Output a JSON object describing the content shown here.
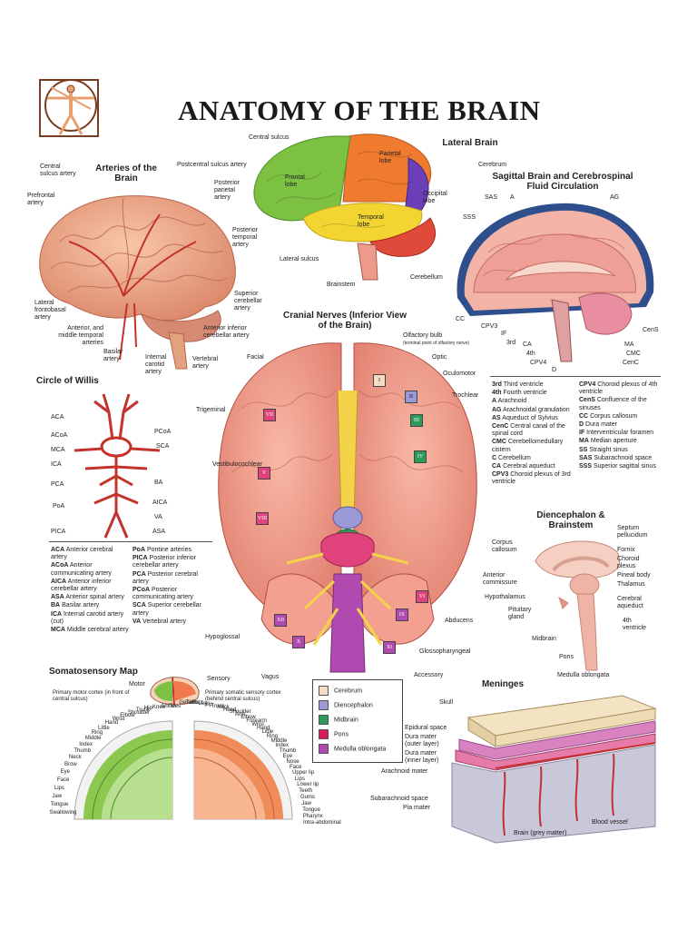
{
  "title": "ANATOMY OF THE BRAIN",
  "arteries": {
    "title": "Arteries of the Brain",
    "labels": [
      "Central sulcus artery",
      "Postcentral sulcus artery",
      "Prefrontal artery",
      "Posterior parietal artery",
      "Posterior temporal artery",
      "Lateral frontobasal artery",
      "Anterior, and middle temporal arteries",
      "Superior cerebellar artery",
      "Anterior inferior cerebellar artery",
      "Basilar artery",
      "Internal carotid artery",
      "Vertebral artery"
    ]
  },
  "lateral": {
    "title": "Lateral Brain",
    "labels": [
      "Central sulcus",
      "Parietal lobe",
      "Cerebrum",
      "Frontal lobe",
      "Occipital lobe",
      "Temporal lobe",
      "Lateral sulcus",
      "Cerebellum",
      "Brainstem"
    ]
  },
  "sagittal": {
    "title": "Sagittal Brain and Cerebrospinal Fluid Circulation",
    "labels": [
      "SAS",
      "A",
      "AG",
      "SSS",
      "CC",
      "CPV3",
      "IF",
      "3rd",
      "CA",
      "4th",
      "CPV4",
      "D",
      "CenS",
      "MA",
      "CMC",
      "CenC"
    ],
    "legend_left": [
      {
        "abbr": "3rd",
        "text": "Third ventricle"
      },
      {
        "abbr": "4th",
        "text": "Fourth ventricle"
      },
      {
        "abbr": "A",
        "text": "Arachnoid"
      },
      {
        "abbr": "AG",
        "text": "Arachnoidal granulation"
      },
      {
        "abbr": "AS",
        "text": "Aqueduct of Sylvius"
      },
      {
        "abbr": "CenC",
        "text": "Central canal of the spinal cord"
      },
      {
        "abbr": "CMC",
        "text": "Cerebellomedullary cistern"
      },
      {
        "abbr": "C",
        "text": "Cerebellum"
      },
      {
        "abbr": "CA",
        "text": "Cerebral aqueduct"
      },
      {
        "abbr": "CPV3",
        "text": "Choroid plexus of 3rd ventricle"
      }
    ],
    "legend_right": [
      {
        "abbr": "CPV4",
        "text": "Choroid plexus of 4th ventricle"
      },
      {
        "abbr": "CenS",
        "text": "Confluence of the sinuses"
      },
      {
        "abbr": "CC",
        "text": "Corpus callosum"
      },
      {
        "abbr": "D",
        "text": "Dura mater"
      },
      {
        "abbr": "IF",
        "text": "Interventricular foramen"
      },
      {
        "abbr": "MA",
        "text": "Median aperture"
      },
      {
        "abbr": "SS",
        "text": "Straight sinus"
      },
      {
        "abbr": "SAS",
        "text": "Subarachnoid space"
      },
      {
        "abbr": "SSS",
        "text": "Superior sagittal sinus"
      }
    ]
  },
  "cranial": {
    "title": "Cranial Nerves (Inferior View of the Brain)",
    "labels": [
      "Olfactory bulb",
      "(terminal point of olfactory nerve)",
      "Optic",
      "Oculomotor",
      "Trochlear",
      "Facial",
      "Trigeminal",
      "Vestibulocochlear",
      "Abducens",
      "Hypoglossal",
      "Glossopharyngeal",
      "Vagus",
      "Accessory"
    ],
    "numerals": [
      "I",
      "II",
      "III",
      "IV",
      "V",
      "VI",
      "VII",
      "VIII",
      "IX",
      "X",
      "XI",
      "XII"
    ],
    "key": [
      {
        "label": "Cerebrum",
        "color": "#f6dcc4"
      },
      {
        "label": "Diencephalon",
        "color": "#9c9ad6"
      },
      {
        "label": "Midbrain",
        "color": "#2e9a5a"
      },
      {
        "label": "Pons",
        "color": "#d81b5e"
      },
      {
        "label": "Medulla oblongata",
        "color": "#b04ab0"
      }
    ]
  },
  "willis": {
    "title": "Circle of Willis",
    "labels": [
      "ACA",
      "ACoA",
      "MCA",
      "ICA",
      "PCA",
      "PoA",
      "PICA",
      "PCoA",
      "SCA",
      "BA",
      "AICA",
      "VA",
      "ASA"
    ],
    "legend_left": [
      {
        "abbr": "ACA",
        "text": "Anterior cerebral artery"
      },
      {
        "abbr": "ACoA",
        "text": "Anterior communicating artery"
      },
      {
        "abbr": "AICA",
        "text": "Anterior inferior cerebellar artery"
      },
      {
        "abbr": "ASA",
        "text": "Anterior spinal artery"
      },
      {
        "abbr": "BA",
        "text": "Basilar artery"
      },
      {
        "abbr": "ICA",
        "text": "Internal carotid artery (cut)"
      },
      {
        "abbr": "MCA",
        "text": "Middle cerebral artery"
      }
    ],
    "legend_right": [
      {
        "abbr": "PoA",
        "text": "Pontine arteries"
      },
      {
        "abbr": "PICA",
        "text": "Posterior inferior cerebellar artery"
      },
      {
        "abbr": "PCA",
        "text": "Posterior cerebral artery"
      },
      {
        "abbr": "PCoA",
        "text": "Posterior communicating artery"
      },
      {
        "abbr": "SCA",
        "text": "Superior cerebellar artery"
      },
      {
        "abbr": "VA",
        "text": "Vertebral artery"
      }
    ]
  },
  "diencephalon": {
    "title": "Diencephalon & Brainstem",
    "labels": [
      "Septum pellucidum",
      "Corpus callosum",
      "Fornix",
      "Choroid plexus",
      "Anterior commissure",
      "Pineal body",
      "Thalamus",
      "Hypothalamus",
      "Cerebral aqueduct",
      "Pituitary gland",
      "4th ventricle",
      "Midbrain",
      "Pons",
      "Medulla oblongata"
    ]
  },
  "somato": {
    "title": "Somatosensory Map",
    "motor": "Motor",
    "sensory": "Sensory",
    "motor_caption": "Primary motor cortex (in front of central sulcus)",
    "sensory_caption": "Primary somatic sensory cortex (behind central sulcus)",
    "motor_parts": [
      "Toes",
      "Ankle",
      "Knee",
      "Hip",
      "Trunk",
      "Shoulder",
      "Elbow",
      "Wrist",
      "Hand",
      "Little",
      "Ring",
      "Middle",
      "Index",
      "Thumb",
      "Neck",
      "Brow",
      "Eye",
      "Face",
      "Lips",
      "Jaw",
      "Tongue",
      "Swallowing"
    ],
    "sensory_parts": [
      "Genitals",
      "Toes",
      "Foot",
      "Leg",
      "Hip",
      "Trunk",
      "Neck",
      "Head",
      "Shoulder",
      "Arm",
      "Elbow",
      "Forearm",
      "Wrist",
      "Hand",
      "Little",
      "Ring",
      "Middle",
      "Index",
      "Thumb",
      "Eye",
      "Nose",
      "Face",
      "Upper lip",
      "Lips",
      "Lower lip",
      "Teeth",
      "Gums",
      "Jaw",
      "Tongue",
      "Pharynx",
      "Intra-abdominal"
    ]
  },
  "meninges": {
    "title": "Meninges",
    "labels": [
      "Skull",
      "Epidural space",
      "Dura mater (outer layer)",
      "Dura mater (inner layer)",
      "Arachnoid mater",
      "Subarachnoid space",
      "Pia mater",
      "Brain (grey matter)",
      "Blood vessel"
    ]
  }
}
